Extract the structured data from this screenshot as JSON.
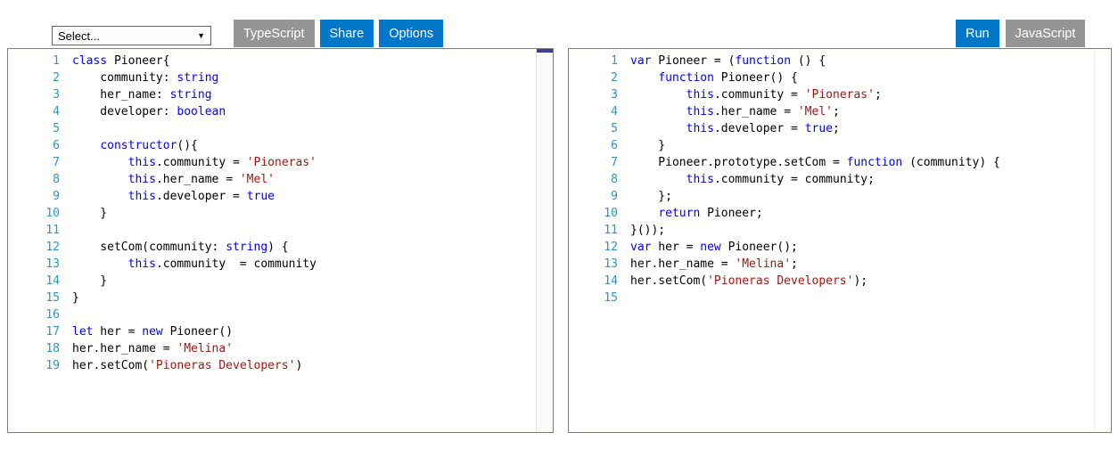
{
  "toolbar": {
    "select": {
      "value": "Select...",
      "options": [
        "Select..."
      ]
    },
    "buttons_left": [
      {
        "label": "TypeScript",
        "style": "gray"
      },
      {
        "label": "Share",
        "style": "blue"
      },
      {
        "label": "Options",
        "style": "blue"
      }
    ],
    "buttons_right": [
      {
        "label": "Run",
        "style": "blue"
      },
      {
        "label": "JavaScript",
        "style": "gray"
      }
    ]
  },
  "colors": {
    "accent_blue": "#0077c8",
    "inactive_gray": "#959595",
    "keyword": "#0000ff",
    "string": "#a31515",
    "line_number": "#2f94c6",
    "panel_border": "#7f7f7f",
    "scroll_marker": "#3c3e99"
  },
  "editors": {
    "left": {
      "language": "TypeScript",
      "lines": [
        {
          "n": 1,
          "seg": [
            [
              "k",
              "class"
            ],
            [
              "p",
              " Pioneer{"
            ]
          ]
        },
        {
          "n": 2,
          "seg": [
            [
              "p",
              "    community: "
            ],
            [
              "k",
              "string"
            ]
          ]
        },
        {
          "n": 3,
          "seg": [
            [
              "p",
              "    her_name: "
            ],
            [
              "k",
              "string"
            ]
          ]
        },
        {
          "n": 4,
          "seg": [
            [
              "p",
              "    developer: "
            ],
            [
              "k",
              "boolean"
            ]
          ]
        },
        {
          "n": 5,
          "seg": []
        },
        {
          "n": 6,
          "seg": [
            [
              "p",
              "    "
            ],
            [
              "k",
              "constructor"
            ],
            [
              "p",
              "(){"
            ]
          ]
        },
        {
          "n": 7,
          "seg": [
            [
              "p",
              "        "
            ],
            [
              "k",
              "this"
            ],
            [
              "p",
              ".community = "
            ],
            [
              "s",
              "'Pioneras'"
            ]
          ]
        },
        {
          "n": 8,
          "seg": [
            [
              "p",
              "        "
            ],
            [
              "k",
              "this"
            ],
            [
              "p",
              ".her_name = "
            ],
            [
              "s",
              "'Mel'"
            ]
          ]
        },
        {
          "n": 9,
          "seg": [
            [
              "p",
              "        "
            ],
            [
              "k",
              "this"
            ],
            [
              "p",
              ".developer = "
            ],
            [
              "k",
              "true"
            ]
          ]
        },
        {
          "n": 10,
          "seg": [
            [
              "p",
              "    }"
            ]
          ]
        },
        {
          "n": 11,
          "seg": []
        },
        {
          "n": 12,
          "seg": [
            [
              "p",
              "    setCom(community: "
            ],
            [
              "k",
              "string"
            ],
            [
              "p",
              ") {"
            ]
          ]
        },
        {
          "n": 13,
          "seg": [
            [
              "p",
              "        "
            ],
            [
              "k",
              "this"
            ],
            [
              "p",
              ".community  = community"
            ]
          ]
        },
        {
          "n": 14,
          "seg": [
            [
              "p",
              "    }"
            ]
          ]
        },
        {
          "n": 15,
          "seg": [
            [
              "p",
              "}"
            ]
          ]
        },
        {
          "n": 16,
          "seg": []
        },
        {
          "n": 17,
          "seg": [
            [
              "k",
              "let"
            ],
            [
              "p",
              " her = "
            ],
            [
              "k",
              "new"
            ],
            [
              "p",
              " Pioneer()"
            ]
          ]
        },
        {
          "n": 18,
          "seg": [
            [
              "p",
              "her.her_name = "
            ],
            [
              "s",
              "'Melina'"
            ]
          ]
        },
        {
          "n": 19,
          "seg": [
            [
              "p",
              "her.setCom("
            ],
            [
              "s",
              "'Pioneras Developers'"
            ],
            [
              "p",
              ")"
            ]
          ]
        }
      ]
    },
    "right": {
      "language": "JavaScript",
      "lines": [
        {
          "n": 1,
          "seg": [
            [
              "k",
              "var"
            ],
            [
              "p",
              " Pioneer = ("
            ],
            [
              "k",
              "function"
            ],
            [
              "p",
              " () {"
            ]
          ]
        },
        {
          "n": 2,
          "seg": [
            [
              "p",
              "    "
            ],
            [
              "k",
              "function"
            ],
            [
              "p",
              " Pioneer() {"
            ]
          ]
        },
        {
          "n": 3,
          "seg": [
            [
              "p",
              "        "
            ],
            [
              "k",
              "this"
            ],
            [
              "p",
              ".community = "
            ],
            [
              "s",
              "'Pioneras'"
            ],
            [
              "p",
              ";"
            ]
          ]
        },
        {
          "n": 4,
          "seg": [
            [
              "p",
              "        "
            ],
            [
              "k",
              "this"
            ],
            [
              "p",
              ".her_name = "
            ],
            [
              "s",
              "'Mel'"
            ],
            [
              "p",
              ";"
            ]
          ]
        },
        {
          "n": 5,
          "seg": [
            [
              "p",
              "        "
            ],
            [
              "k",
              "this"
            ],
            [
              "p",
              ".developer = "
            ],
            [
              "k",
              "true"
            ],
            [
              "p",
              ";"
            ]
          ]
        },
        {
          "n": 6,
          "seg": [
            [
              "p",
              "    }"
            ]
          ]
        },
        {
          "n": 7,
          "seg": [
            [
              "p",
              "    Pioneer.prototype.setCom = "
            ],
            [
              "k",
              "function"
            ],
            [
              "p",
              " (community) {"
            ]
          ]
        },
        {
          "n": 8,
          "seg": [
            [
              "p",
              "        "
            ],
            [
              "k",
              "this"
            ],
            [
              "p",
              ".community = community;"
            ]
          ]
        },
        {
          "n": 9,
          "seg": [
            [
              "p",
              "    };"
            ]
          ]
        },
        {
          "n": 10,
          "seg": [
            [
              "p",
              "    "
            ],
            [
              "k",
              "return"
            ],
            [
              "p",
              " Pioneer;"
            ]
          ]
        },
        {
          "n": 11,
          "seg": [
            [
              "p",
              "}());"
            ]
          ]
        },
        {
          "n": 12,
          "seg": [
            [
              "k",
              "var"
            ],
            [
              "p",
              " her = "
            ],
            [
              "k",
              "new"
            ],
            [
              "p",
              " Pioneer();"
            ]
          ]
        },
        {
          "n": 13,
          "seg": [
            [
              "p",
              "her.her_name = "
            ],
            [
              "s",
              "'Melina'"
            ],
            [
              "p",
              ";"
            ]
          ]
        },
        {
          "n": 14,
          "seg": [
            [
              "p",
              "her.setCom("
            ],
            [
              "s",
              "'Pioneras Developers'"
            ],
            [
              "p",
              ");"
            ]
          ]
        },
        {
          "n": 15,
          "seg": []
        }
      ]
    }
  }
}
